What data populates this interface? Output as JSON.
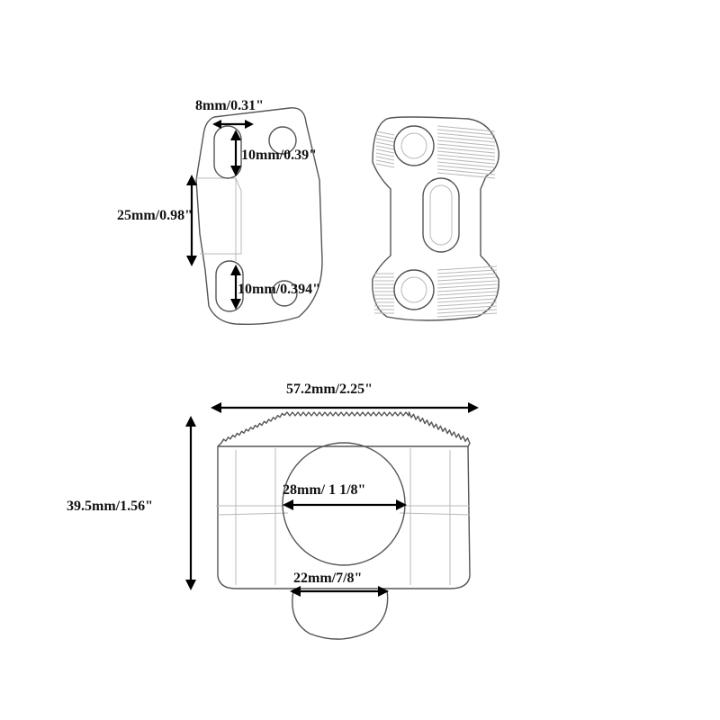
{
  "dimensions": {
    "top_slot_width": "8mm/0.31\"",
    "top_hole_height": "10mm/0.39\"",
    "plate_spacing": "25mm/0.98\"",
    "bottom_hole_height": "10mm/0.394\"",
    "clamp_width": "57.2mm/2.25\"",
    "clamp_height": "39.5mm/1.56\"",
    "bar_diameter": "28mm/ 1 1/8\"",
    "base_diameter": "22mm/7/8\""
  },
  "colors": {
    "outline": "#555555",
    "arrow": "#000000",
    "text": "#111111"
  }
}
